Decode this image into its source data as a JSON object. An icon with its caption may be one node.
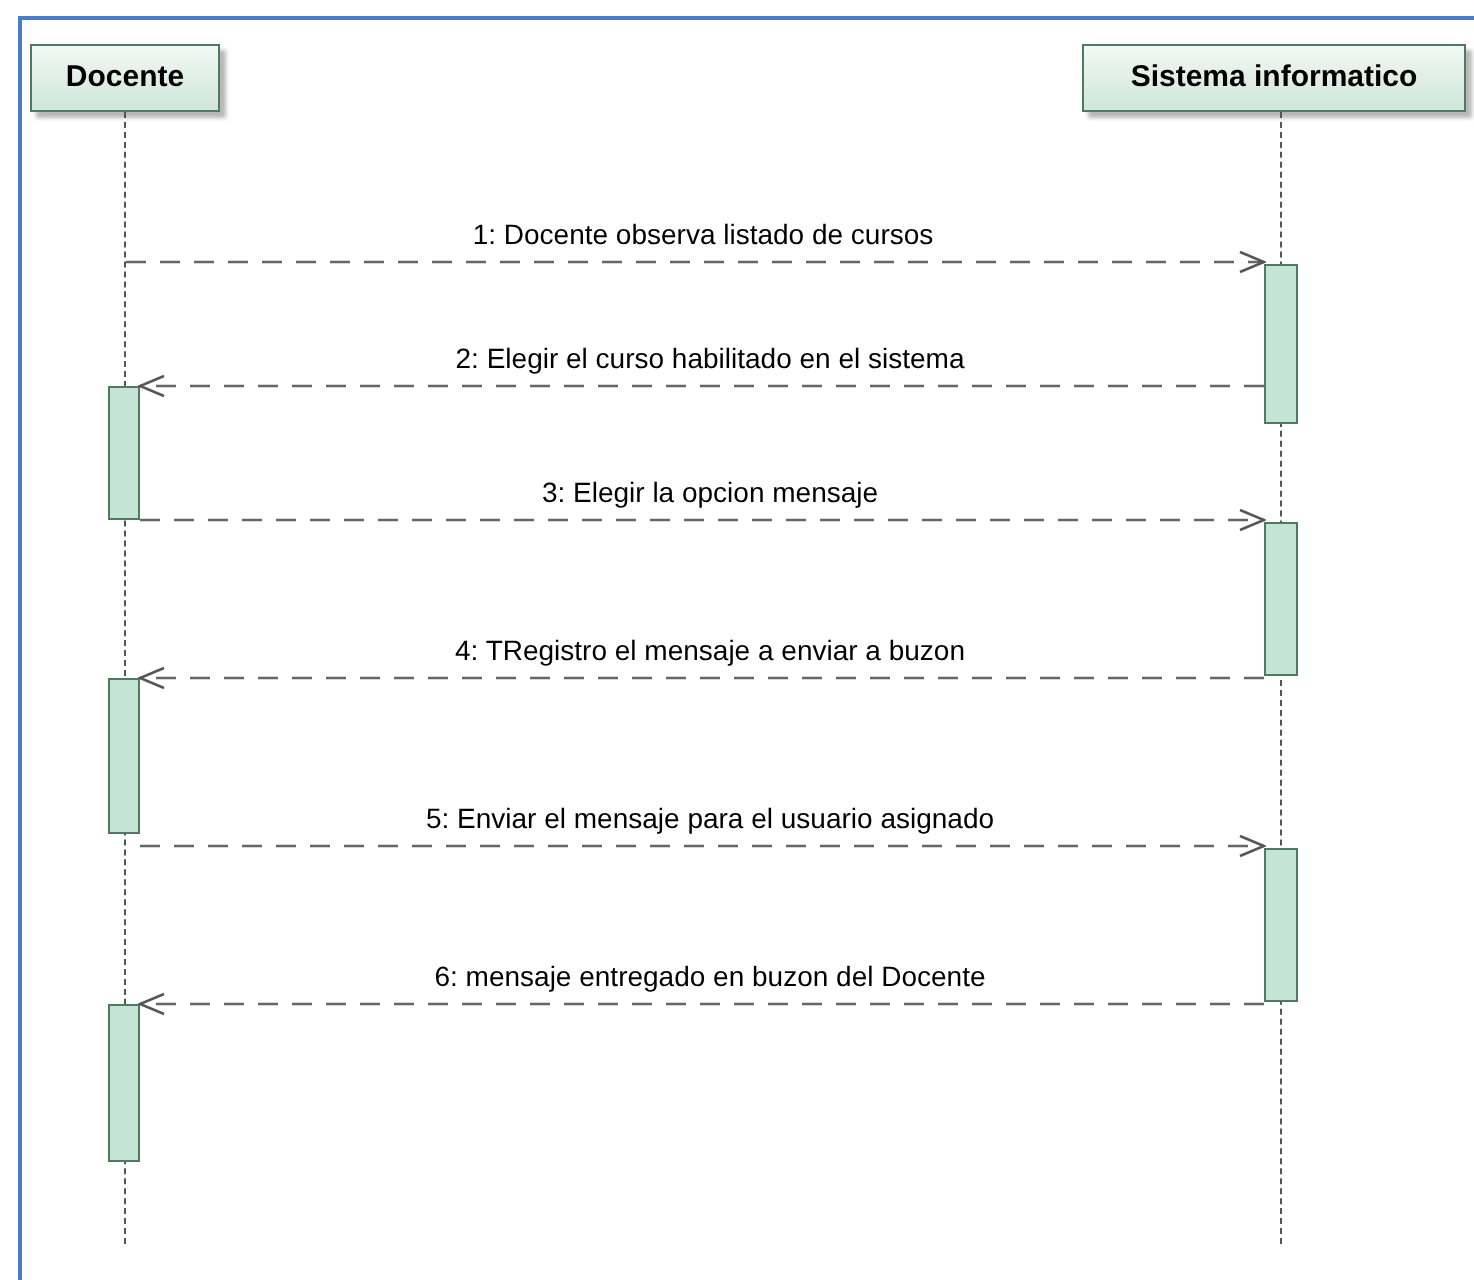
{
  "diagram": {
    "nodes": [
      {
        "text": [
          "Docente"
        ]
      },
      {
        "text": [
          "Sistema informatico"
        ]
      },
      {
        "text": [],
        "shape": "line"
      },
      {
        "text": [],
        "shape": "line"
      },
      {
        "text": [],
        "shape": "bar"
      },
      {
        "text": [],
        "shape": "bar"
      },
      {
        "text": [],
        "shape": "bar"
      },
      {
        "text": [],
        "shape": "bar"
      },
      {
        "text": [],
        "shape": "bar"
      },
      {
        "text": [],
        "shape": "bar"
      }
    ],
    "edges": [
      {
        "from": 2,
        "to": 4,
        "arrow": "to",
        "label": "1: Docente observa listado de cursos",
        "style": "dashed"
      },
      {
        "from": 4,
        "to": 5,
        "arrow": "to",
        "label": "2: Elegir el curso habilitado en el sistema",
        "style": "dashed"
      },
      {
        "from": 5,
        "to": 6,
        "arrow": "to",
        "label": "3: Elegir la opcion mensaje",
        "style": "dashed"
      },
      {
        "from": 6,
        "to": 7,
        "arrow": "to",
        "label": "4: TRegistro el mensaje a enviar a buzon",
        "style": "dashed"
      },
      {
        "from": 7,
        "to": 8,
        "arrow": "to",
        "label": "5: Enviar el mensaje para el usuario asignado",
        "style": "dashed"
      },
      {
        "from": 8,
        "to": 9,
        "arrow": "to",
        "label": "6: mensaje entregado en buzon del Docente",
        "style": "dashed"
      }
    ]
  }
}
